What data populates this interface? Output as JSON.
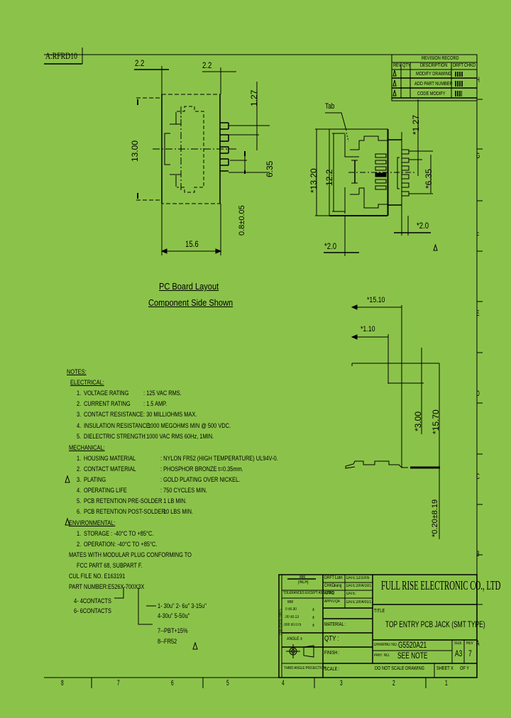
{
  "drawing": {
    "doc_code": "A:RFRD10",
    "background_color": "#8bc34a",
    "line_color": "#000000"
  },
  "revision_record": {
    "title": "REVISION RECORD",
    "headers": [
      "REV",
      "QTY",
      "DESCRIPTION",
      "DRFT",
      "CHKD"
    ],
    "rows": [
      {
        "rev": "1",
        "description": "MODIFY DRAWING",
        "drft": "sig"
      },
      {
        "rev": "2",
        "description": "ADD PART NUMBER",
        "drft": "sig"
      },
      {
        "rev": "3",
        "description": "CODE MODIFY",
        "drft": "sig"
      }
    ]
  },
  "pcb_layout_view": {
    "dims": {
      "top_left": "2.2",
      "top_right": "2.2",
      "height": "13.00",
      "pitch": "1.27",
      "span": "6.35",
      "pin_width": "0.8±0.05",
      "width": "15.6"
    },
    "caption_line1": "PC Board Layout",
    "caption_line2": "Component Side Shown"
  },
  "front_view": {
    "tab_label": "Tab",
    "dims": {
      "outer_height": "*13.20",
      "inner_height": "12.2",
      "pitch": "*1.27",
      "span": "*6.35",
      "right_offset": "*2.0",
      "left_offset": "*2.0"
    },
    "rev_marker": "3"
  },
  "side_view": {
    "dims": {
      "depth": "*15.10",
      "offset": "*1.10",
      "height": "*3.00",
      "total_height": "*15.70",
      "lead": "*0.20±8.19"
    }
  },
  "notes": {
    "title": "NOTES:",
    "electrical": {
      "heading": "ELECTRICAL:",
      "items": [
        {
          "n": "1.",
          "label": "VOLTAGE RATING",
          "value": ": 125 VAC RMS."
        },
        {
          "n": "2.",
          "label": "CURRENT RATING",
          "value": ": 1.5 AMP."
        },
        {
          "n": "3.",
          "label": "CONTACT RESISTANCE",
          "value": ": 30 MILLIOHMS MAX."
        },
        {
          "n": "4.",
          "label": "INSULATION RESISTANCE:",
          "value": "1000 MEGOHMS MIN @ 500 VDC."
        },
        {
          "n": "5.",
          "label": "DIELECTRIC STRENGTH",
          "value": ": 1000 VAC RMS 60Hz, 1MIN."
        }
      ]
    },
    "mechanical": {
      "heading": "MECHANICAL:",
      "items": [
        {
          "n": "1.",
          "label": "HOUSING MATERIAL",
          "value": ": NYLON FR52 (HIGH TEMPERATURE) UL94V-0."
        },
        {
          "n": "2.",
          "label": "CONTACT MATERIAL",
          "value": ": PHOSPHOR BRONZE t=0.35mm."
        },
        {
          "n": "3.",
          "label": "PLATING",
          "value": ": GOLD PLATING OVER NICKEL."
        },
        {
          "n": "4.",
          "label": "OPERATING LIFE",
          "value": ": 750 CYCLES MIN."
        },
        {
          "n": "5.",
          "label": "PCB RETENTION PRE-SOLDER",
          "value": ": 1 LB MIN."
        },
        {
          "n": "6.",
          "label": "PCB RETENTION POST-SOLDER:",
          "value": "10 LBS MIN."
        }
      ]
    },
    "environmental": {
      "heading": "ENVIRONMENTAL:",
      "items": [
        {
          "n": "1.",
          "text": "STORAGE  : -40°C TO +85°C."
        },
        {
          "n": "2.",
          "text": "OPERATION: -40°C TO +85°C."
        }
      ]
    },
    "mates_line1": "MATES WITH MODULAR PLUG CONFORMING TO",
    "mates_line2": "FCC PART 68, SUBPART F.",
    "cul_file": "CUL FILE NO. E163191",
    "part_number": "PART NUMBER:E526X-700X3X",
    "contacts": [
      "4- 4CONTACTS",
      "6- 6CONTACTS"
    ],
    "plating_codes_line1": "1- 30u\" 2- 6u\" 3-15u\"",
    "plating_codes_line2": "4-30u\" 5-50u\"",
    "material_codes": [
      "7--PBT+15%",
      "8--FR52"
    ]
  },
  "title_block": {
    "tolerance": {
      "unit_label": "MM",
      "unit_sub": "[INCH]",
      "unless_label": "TOLERANCES EXCEPT AS NOTED",
      "tol_header": "MM",
      "tolerances": [
        {
          "digits": "0 ±0.30",
          "sym": "±"
        },
        {
          "digits": ".00 ±0.13",
          "sym": "±"
        },
        {
          "digits": ".000 ±0.075",
          "sym": "±"
        }
      ],
      "angle": "ANGLE ±",
      "side_label": "DIMENSION LIMITS",
      "projection": "THIRD ANGLE PROJECTION"
    },
    "signoff": [
      {
        "role": "DRFT",
        "name": "Lian",
        "date": "DATE:12/10/05"
      },
      {
        "role": "CHKD",
        "name": "Jiang",
        "date": "DATE:2004/10/1"
      },
      {
        "role": "APPD",
        "name": "",
        "date": "DATE:"
      },
      {
        "role": "APPVL/QA",
        "name": "",
        "date": "DATE:2004/01/17"
      }
    ],
    "material": "MATERIAL :",
    "qty": "QTY :",
    "finish": "FINISH :",
    "scale": "SCALE :",
    "company": "FULL RISE ELECTRONIC CO., LTD",
    "title_label": "TITLE",
    "title": "TOP ENTRY PCB JACK (SMT TYPE)",
    "drawing_no_label": "DRAWING NO.",
    "drawing_no": "G5520A21",
    "part_no_label": "PART NO.",
    "part_no": "SEE NOTE",
    "size_label": "SIZE",
    "size": "A3",
    "rev_label": "REV",
    "rev": "7",
    "do_not_scale": "DO NOT SCALE DRAWING",
    "sheet": "SHEET X",
    "of": "OF Y"
  },
  "border": {
    "columns": [
      "8",
      "7",
      "6",
      "5",
      "4",
      "3",
      "2",
      "1"
    ],
    "rows": [
      "H",
      "G",
      "F",
      "E",
      "D",
      "C",
      "B",
      "A"
    ]
  }
}
